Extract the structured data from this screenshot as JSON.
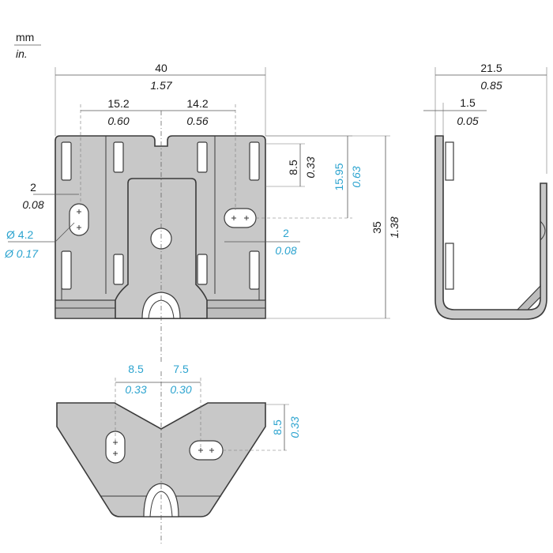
{
  "units": {
    "primary": "mm",
    "secondary": "in."
  },
  "front_view": {
    "overall_width": {
      "mm": "40",
      "in": "1.57"
    },
    "left_offset": {
      "mm": "15.2",
      "in": "0.60"
    },
    "right_offset": {
      "mm": "14.2",
      "in": "0.56"
    },
    "slot_edge_left": {
      "mm": "2",
      "in": "0.08"
    },
    "hole_diameter": {
      "mm": "Ø 4.2",
      "in": "Ø 0.17"
    },
    "slot_edge_right": {
      "mm": "2",
      "in": "0.08"
    },
    "hole_vertical": {
      "mm": "8.5",
      "in": "0.33"
    },
    "hole_height": {
      "mm": "15.95",
      "in": "0.63"
    },
    "overall_height": {
      "mm": "35",
      "in": "1.38"
    }
  },
  "side_view": {
    "depth": {
      "mm": "21.5",
      "in": "0.85"
    },
    "thickness": {
      "mm": "1.5",
      "in": "0.05"
    }
  },
  "bottom_view": {
    "left_hole_offset": {
      "mm": "8.5",
      "in": "0.33"
    },
    "right_hole_offset": {
      "mm": "7.5",
      "in": "0.30"
    },
    "hole_vertical": {
      "mm": "8.5",
      "in": "0.33"
    }
  },
  "colors": {
    "primary_text": "#1a1a1a",
    "secondary_text": "#2ba3cf",
    "part_fill": "#c8c8c8"
  }
}
